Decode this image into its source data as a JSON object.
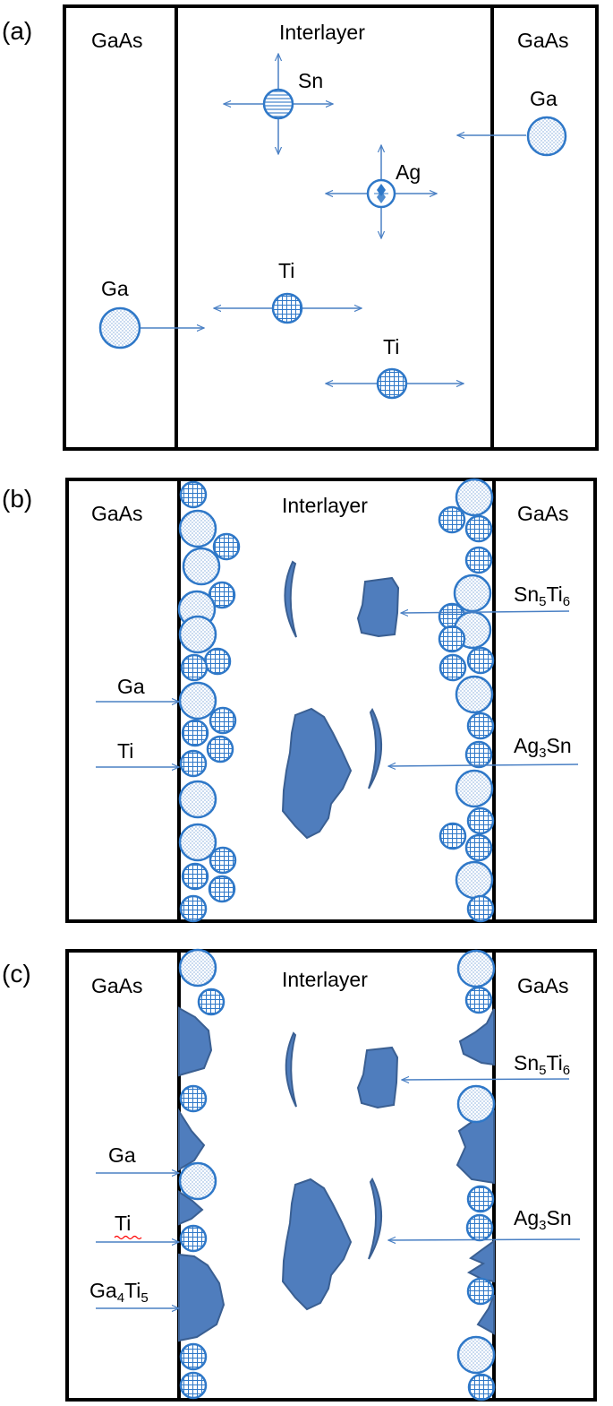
{
  "colors": {
    "atom_stroke": "#2f78c8",
    "arrow": "#4a80c4",
    "phase_fill": "#4f7dbd",
    "phase_stroke": "#3a5f92",
    "border": "#000000",
    "spellcheck": "#ff0000"
  },
  "panels": [
    {
      "label": "(a)",
      "left_region": "GaAs",
      "center_region": "Interlayer",
      "right_region": "GaAs",
      "atoms": [
        {
          "label": "Sn",
          "pattern": "horizontal-lines"
        },
        {
          "label": "Ag",
          "pattern": "diamond"
        },
        {
          "label": "Ga",
          "pattern": "dotted"
        },
        {
          "label": "Ga",
          "pattern": "dotted"
        },
        {
          "label": "Ti",
          "pattern": "grid"
        },
        {
          "label": "Ti",
          "pattern": "grid"
        }
      ]
    },
    {
      "label": "(b)",
      "left_region": "GaAs",
      "center_region": "Interlayer",
      "right_region": "GaAs",
      "callouts": {
        "ga": "Ga",
        "ti": "Ti",
        "sn5ti6": {
          "main": "Sn",
          "sub1": "5",
          "main2": "Ti",
          "sub2": "6"
        },
        "ag3sn": {
          "main": "Ag",
          "sub1": "3",
          "main2": "Sn"
        }
      }
    },
    {
      "label": "(c)",
      "left_region": "GaAs",
      "center_region": "Interlayer",
      "right_region": "GaAs",
      "callouts": {
        "ga": "Ga",
        "ti": "Ti",
        "ga4ti5": {
          "main": "Ga",
          "sub1": "4",
          "main2": "Ti",
          "sub2": "5"
        },
        "sn5ti6": {
          "main": "Sn",
          "sub1": "5",
          "main2": "Ti",
          "sub2": "6"
        },
        "ag3sn": {
          "main": "Ag",
          "sub1": "3",
          "main2": "Sn"
        }
      }
    }
  ]
}
